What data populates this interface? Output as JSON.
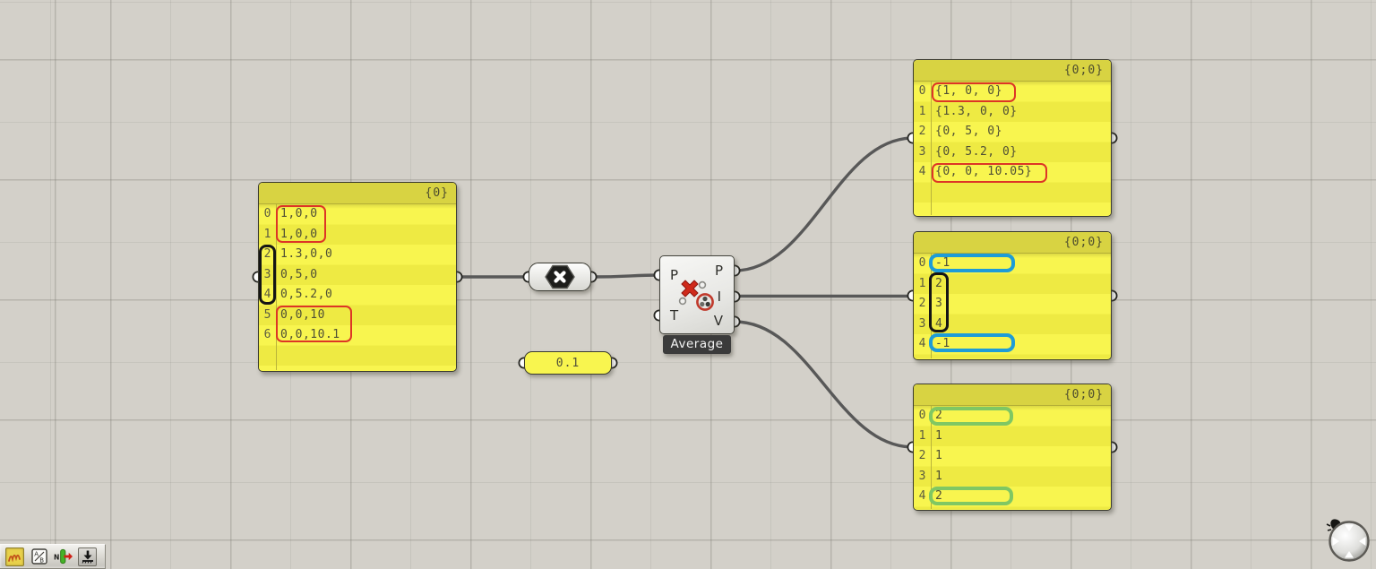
{
  "app": {
    "name": "Grasshopper canvas"
  },
  "colors": {
    "canvas_bg": "#d3d0c9",
    "grid_line": "#b5b2ab",
    "panel_body": "#f8f54f",
    "panel_body_alt": "#eeea43",
    "panel_header": "#d8d342",
    "panel_border": "#3a3a2e",
    "wire": "#585858",
    "highlight_red": "#dd3526",
    "highlight_blue": "#1e9cd7",
    "highlight_green": "#7fc763",
    "highlight_black": "#151515",
    "tag_bg": "#3b3b3b"
  },
  "panels": {
    "input_points": {
      "header": "{0}",
      "rows": [
        {
          "index": "0",
          "value": "1,0,0"
        },
        {
          "index": "1",
          "value": "1,0,0"
        },
        {
          "index": "2",
          "value": "1.3,0,0"
        },
        {
          "index": "3",
          "value": "0,5,0"
        },
        {
          "index": "4",
          "value": "0,5.2,0"
        },
        {
          "index": "5",
          "value": "0,0,10"
        },
        {
          "index": "6",
          "value": "0,0,10.1"
        }
      ]
    },
    "culled_points": {
      "header": "{0;0}",
      "rows": [
        {
          "index": "0",
          "value": "{1, 0, 0}"
        },
        {
          "index": "1",
          "value": "{1.3, 0, 0}"
        },
        {
          "index": "2",
          "value": "{0, 5, 0}"
        },
        {
          "index": "3",
          "value": "{0, 5.2, 0}"
        },
        {
          "index": "4",
          "value": "{0, 0, 10.05}"
        }
      ]
    },
    "indices": {
      "header": "{0;0}",
      "rows": [
        {
          "index": "0",
          "value": "-1"
        },
        {
          "index": "1",
          "value": "2"
        },
        {
          "index": "2",
          "value": "3"
        },
        {
          "index": "3",
          "value": "4"
        },
        {
          "index": "4",
          "value": "-1"
        }
      ]
    },
    "valence": {
      "header": "{0;0}",
      "rows": [
        {
          "index": "0",
          "value": "2"
        },
        {
          "index": "1",
          "value": "1"
        },
        {
          "index": "2",
          "value": "1"
        },
        {
          "index": "3",
          "value": "1"
        },
        {
          "index": "4",
          "value": "2"
        }
      ]
    }
  },
  "tolerance_panel": {
    "value": "0.1"
  },
  "component": {
    "tag": "Average",
    "inputs": [
      {
        "label": "P"
      },
      {
        "label": "T"
      }
    ],
    "outputs": [
      {
        "label": "P"
      },
      {
        "label": "I"
      },
      {
        "label": "V"
      }
    ],
    "icon": "cull-duplicates-red-x-points"
  },
  "hex_param": {
    "icon": "black-hexagon-white-x"
  },
  "toolbar": {
    "ab_icon": {
      "top": "A",
      "bottom": "B"
    },
    "normals_icon": {
      "letter": "N"
    },
    "items": [
      {
        "name": "sketch-toggle"
      },
      {
        "name": "preview-ab-toggle"
      },
      {
        "name": "normals-toggle"
      },
      {
        "name": "export-download"
      }
    ]
  },
  "compass": {
    "name": "navigation-ball"
  }
}
